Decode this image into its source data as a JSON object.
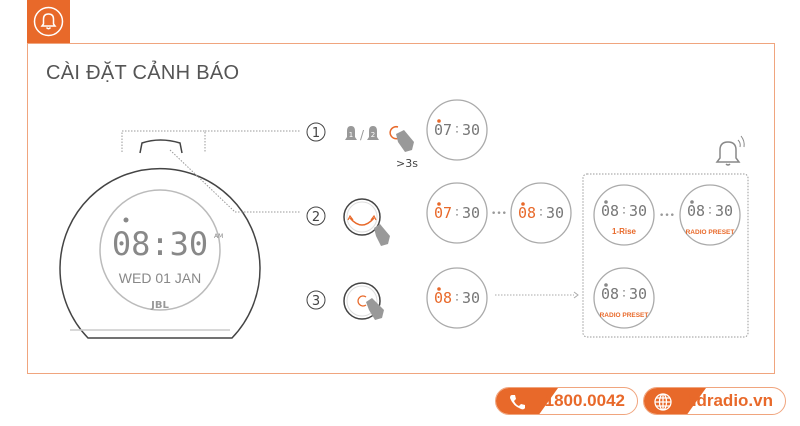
{
  "header": {
    "icon": "bell-icon",
    "title": "CÀI ĐẶT CẢNH BÁO"
  },
  "device": {
    "time": "08:30",
    "ampm": "AM",
    "date": "WED 01 JAN",
    "brand": "JBL"
  },
  "steps": [
    {
      "number": "①",
      "note": ">3s",
      "bell1": "1",
      "bell2": "2",
      "separator": "/"
    },
    {
      "number": "②"
    },
    {
      "number": "③"
    }
  ],
  "clocks": [
    {
      "hours": "07",
      "minutes": "30",
      "highlight": "bell",
      "label": ""
    },
    {
      "hours": "07",
      "minutes": "30",
      "highlight": "hours",
      "label": ""
    },
    {
      "hours": "08",
      "minutes": "30",
      "highlight": "hours",
      "label": ""
    },
    {
      "hours": "08",
      "minutes": "30",
      "highlight": "hours",
      "label": ""
    },
    {
      "hours": "08",
      "minutes": "30",
      "highlight": "none",
      "label": "1-Rise"
    },
    {
      "hours": "08",
      "minutes": "30",
      "highlight": "none",
      "label": "RADIO PRESET"
    },
    {
      "hours": "08",
      "minutes": "30",
      "highlight": "none",
      "label": "RADIO PRESET"
    }
  ],
  "ellipsis": "•••",
  "footer": {
    "phone": "1800.0042",
    "phone_icon": "phone-icon",
    "website": "hdradio.vn",
    "website_icon": "globe-icon"
  },
  "colors": {
    "accent": "#e8692a",
    "line": "#999999",
    "text": "#555555"
  }
}
